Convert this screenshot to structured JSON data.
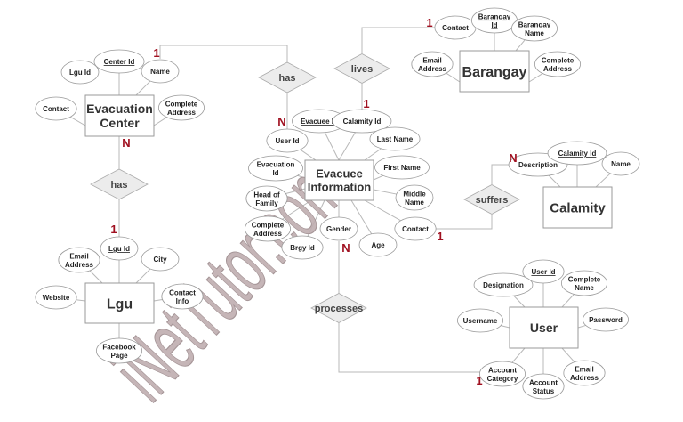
{
  "watermark": "iNetTutor.com",
  "entities": [
    {
      "id": "evacuation_center",
      "label": [
        "Evacuation",
        "Center"
      ]
    },
    {
      "id": "lgu",
      "label": [
        "Lgu"
      ]
    },
    {
      "id": "evacuee",
      "label": [
        "Evacuee",
        "Information"
      ]
    },
    {
      "id": "barangay",
      "label": [
        "Barangay"
      ]
    },
    {
      "id": "calamity",
      "label": [
        "Calamity"
      ]
    },
    {
      "id": "user",
      "label": [
        "User"
      ]
    }
  ],
  "attributes": {
    "evacuation_center": [
      {
        "label": [
          "Lgu Id"
        ]
      },
      {
        "label": [
          "Center Id"
        ],
        "key": true
      },
      {
        "label": [
          "Name"
        ]
      },
      {
        "label": [
          "Contact"
        ]
      },
      {
        "label": [
          "Complete",
          "Address"
        ]
      }
    ],
    "lgu": [
      {
        "label": [
          "Lgu Id"
        ],
        "key": true
      },
      {
        "label": [
          "Email",
          "Address"
        ]
      },
      {
        "label": [
          "City"
        ]
      },
      {
        "label": [
          "Website"
        ]
      },
      {
        "label": [
          "Contact",
          "Info"
        ]
      },
      {
        "label": [
          "Facebook",
          "Page"
        ]
      }
    ],
    "evacuee": [
      {
        "label": [
          "Evacuee Id"
        ],
        "key": true
      },
      {
        "label": [
          "Calamity Id"
        ]
      },
      {
        "label": [
          "User Id"
        ]
      },
      {
        "label": [
          "Last Name"
        ]
      },
      {
        "label": [
          "Evacuation",
          "Id"
        ]
      },
      {
        "label": [
          "First Name"
        ]
      },
      {
        "label": [
          "Head of",
          "Family"
        ]
      },
      {
        "label": [
          "Middle",
          "Name"
        ]
      },
      {
        "label": [
          "Complete",
          "Address"
        ]
      },
      {
        "label": [
          "Gender"
        ]
      },
      {
        "label": [
          "Brgy Id"
        ]
      },
      {
        "label": [
          "Age"
        ]
      },
      {
        "label": [
          "Contact"
        ]
      }
    ],
    "barangay": [
      {
        "label": [
          "Contact"
        ]
      },
      {
        "label": [
          "Barangay",
          "Id"
        ],
        "key": true
      },
      {
        "label": [
          "Barangay",
          "Name"
        ]
      },
      {
        "label": [
          "Email",
          "Address"
        ]
      },
      {
        "label": [
          "Complete",
          "Address"
        ]
      }
    ],
    "calamity": [
      {
        "label": [
          "Description"
        ]
      },
      {
        "label": [
          "Calamity Id"
        ],
        "key": true
      },
      {
        "label": [
          "Name"
        ]
      }
    ],
    "user": [
      {
        "label": [
          "User Id"
        ],
        "key": true
      },
      {
        "label": [
          "Designation"
        ]
      },
      {
        "label": [
          "Complete",
          "Name"
        ]
      },
      {
        "label": [
          "Username"
        ]
      },
      {
        "label": [
          "Password"
        ]
      },
      {
        "label": [
          "Account",
          "Category"
        ]
      },
      {
        "label": [
          "Account",
          "Status"
        ]
      },
      {
        "label": [
          "Email",
          "Address"
        ]
      }
    ]
  },
  "relationships": [
    {
      "id": "has_center_evacuee",
      "label": "has",
      "cardinality": [
        "1",
        "N"
      ]
    },
    {
      "id": "has_center_lgu",
      "label": "has",
      "cardinality": [
        "N",
        "1"
      ]
    },
    {
      "id": "lives",
      "label": "lives",
      "cardinality": [
        "1",
        "1"
      ]
    },
    {
      "id": "suffers",
      "label": "suffers",
      "cardinality": [
        "1",
        "N"
      ]
    },
    {
      "id": "processes",
      "label": "processes",
      "cardinality": [
        "N",
        "1"
      ]
    }
  ],
  "colors": {
    "cardinality": "#a01020",
    "relationship_fill": "#ececec",
    "watermark": "#bfaeb0"
  }
}
